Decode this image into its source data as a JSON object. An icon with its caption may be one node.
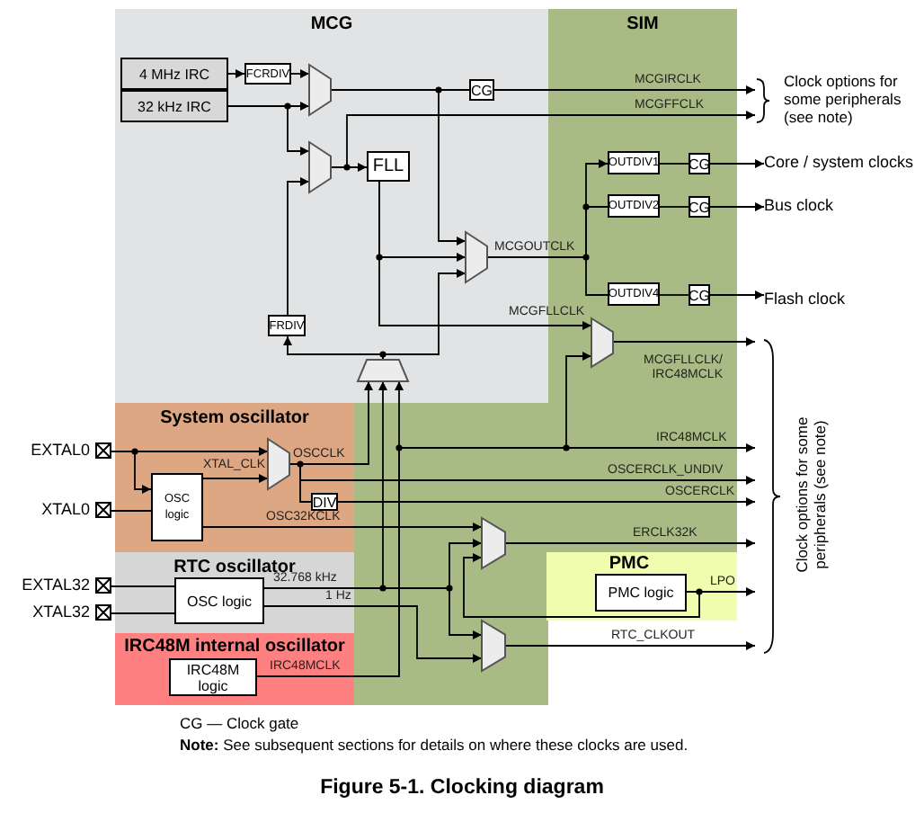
{
  "diagram": {
    "caption": "Figure 5-1. Clocking diagram",
    "nodes": [
      {
        "text": [
          "MCG"
        ]
      },
      {
        "text": [
          "SIM"
        ]
      },
      {
        "text": [
          "System oscillator"
        ]
      },
      {
        "text": [
          "RTC oscillator"
        ]
      },
      {
        "text": [
          "IRC48M internal oscillator"
        ]
      },
      {
        "text": [
          "PMC"
        ],
        "in": 1
      },
      {
        "text": [
          "4 MHz IRC"
        ],
        "in": 0
      },
      {
        "text": [
          "32 kHz IRC"
        ],
        "in": 0
      },
      {
        "text": [
          "FCRDIV"
        ],
        "in": 0
      },
      {
        "text": [],
        "shape": "trapezoid",
        "in": 0
      },
      {
        "text": [],
        "shape": "trapezoid",
        "in": 0
      },
      {
        "text": [
          "FLL"
        ],
        "in": 0
      },
      {
        "text": [
          "CG"
        ],
        "in": 0
      },
      {
        "text": [],
        "shape": "trapezoid",
        "in": 0
      },
      {
        "text": [
          "FRDIV"
        ],
        "in": 0
      },
      {
        "text": [],
        "shape": "trapezoid",
        "in": 0
      },
      {
        "text": [
          "OUTDIV1"
        ],
        "in": 1
      },
      {
        "text": [
          "OUTDIV2"
        ],
        "in": 1
      },
      {
        "text": [
          "OUTDIV4"
        ],
        "in": 1
      },
      {
        "text": [
          "CG"
        ],
        "in": 1
      },
      {
        "text": [
          "CG"
        ],
        "in": 1
      },
      {
        "text": [
          "CG"
        ],
        "in": 1
      },
      {
        "text": [],
        "shape": "trapezoid",
        "in": 1
      },
      {
        "text": [],
        "shape": "trapezoid",
        "in": 1
      },
      {
        "text": [],
        "shape": "trapezoid",
        "in": 1
      },
      {
        "text": [
          "OSC logic"
        ],
        "in": 2
      },
      {
        "text": [],
        "shape": "trapezoid",
        "in": 2
      },
      {
        "text": [
          "DIV"
        ],
        "in": 2
      },
      {
        "text": [
          "OSC logic"
        ],
        "in": 3
      },
      {
        "text": [
          "IRC48M logic"
        ],
        "in": 4
      },
      {
        "text": [
          "PMC logic"
        ],
        "in": 5
      },
      {
        "text": [
          "EXTAL0"
        ]
      },
      {
        "text": [
          "XTAL0"
        ]
      },
      {
        "text": [
          "EXTAL32"
        ]
      },
      {
        "text": [
          "XTAL32"
        ]
      },
      {
        "text": [
          "Core / system clocks"
        ]
      },
      {
        "text": [
          "Bus clock"
        ]
      },
      {
        "text": [
          "Flash clock"
        ]
      },
      {
        "text": [
          "Clock options for some peripherals (see note)"
        ]
      },
      {
        "text": [
          "Clock options for some peripherals (see note)"
        ]
      }
    ],
    "edges": [
      {
        "from": 6,
        "to": 8,
        "arrow": "to"
      },
      {
        "from": 8,
        "to": 9,
        "arrow": "to"
      },
      {
        "from": 7,
        "to": 9,
        "arrow": "to"
      },
      {
        "from": 7,
        "to": 10,
        "arrow": "to"
      },
      {
        "from": 14,
        "to": 10,
        "arrow": "to"
      },
      {
        "from": 10,
        "to": 11,
        "arrow": "to"
      },
      {
        "from": 9,
        "to": 12,
        "arrow": "none"
      },
      {
        "from": 12,
        "to": 38,
        "arrow": "to",
        "label": "MCGIRCLK"
      },
      {
        "from": 10,
        "to": 38,
        "arrow": "to",
        "label": "MCGFFCLK"
      },
      {
        "from": 9,
        "to": 13,
        "arrow": "to"
      },
      {
        "from": 11,
        "to": 13,
        "arrow": "to"
      },
      {
        "from": 15,
        "to": 13,
        "arrow": "to"
      },
      {
        "from": 15,
        "to": 14,
        "arrow": "to"
      },
      {
        "from": 11,
        "to": 22,
        "arrow": "to",
        "label": "MCGFLLCLK"
      },
      {
        "from": 13,
        "to": 16,
        "arrow": "to",
        "label": "MCGOUTCLK"
      },
      {
        "from": 13,
        "to": 17,
        "arrow": "none"
      },
      {
        "from": 13,
        "to": 18,
        "arrow": "none"
      },
      {
        "from": 16,
        "to": 19,
        "arrow": "none"
      },
      {
        "from": 17,
        "to": 20,
        "arrow": "none"
      },
      {
        "from": 18,
        "to": 21,
        "arrow": "none"
      },
      {
        "from": 19,
        "to": 35,
        "arrow": "to"
      },
      {
        "from": 20,
        "to": 36,
        "arrow": "to"
      },
      {
        "from": 21,
        "to": 37,
        "arrow": "to"
      },
      {
        "from": 22,
        "to": 39,
        "arrow": "to",
        "label": "MCGFLLCLK/ IRC48MCLK"
      },
      {
        "from": 31,
        "to": 26,
        "arrow": "to"
      },
      {
        "from": 31,
        "to": 25,
        "arrow": "to"
      },
      {
        "from": 32,
        "to": 25,
        "arrow": "none"
      },
      {
        "from": 25,
        "to": 26,
        "arrow": "to",
        "label": "XTAL_CLK"
      },
      {
        "from": 26,
        "to": 15,
        "arrow": "to",
        "label": "OSCCLK"
      },
      {
        "from": 26,
        "to": 39,
        "arrow": "to",
        "label": "OSCERCLK_UNDIV"
      },
      {
        "from": 26,
        "to": 27,
        "arrow": "none"
      },
      {
        "from": 27,
        "to": 39,
        "arrow": "to",
        "label": "OSCERCLK"
      },
      {
        "from": 25,
        "to": 23,
        "arrow": "to",
        "label": "OSC32KCLK"
      },
      {
        "from": 33,
        "to": 28,
        "arrow": "none"
      },
      {
        "from": 34,
        "to": 28,
        "arrow": "none"
      },
      {
        "from": 28,
        "to": 15,
        "arrow": "to",
        "label": "32.768 kHz"
      },
      {
        "from": 28,
        "to": 23,
        "arrow": "to"
      },
      {
        "from": 28,
        "to": 24,
        "arrow": "to"
      },
      {
        "from": 28,
        "to": 24,
        "arrow": "to",
        "label": "1 Hz"
      },
      {
        "from": 29,
        "to": 15,
        "arrow": "to",
        "label": "IRC48MCLK"
      },
      {
        "from": 29,
        "to": 22,
        "arrow": "to"
      },
      {
        "from": 29,
        "to": 39,
        "arrow": "to",
        "label": "IRC48MCLK"
      },
      {
        "from": 30,
        "to": 39,
        "arrow": "to",
        "label": "LPO"
      },
      {
        "from": 30,
        "to": 23,
        "arrow": "to"
      },
      {
        "from": 23,
        "to": 39,
        "arrow": "to",
        "label": "ERCLK32K"
      },
      {
        "from": 24,
        "to": 39,
        "arrow": "to",
        "label": "RTC_CLKOUT"
      }
    ],
    "labels": [
      "CG — Clock gate",
      "**Note:** See subsequent sections for details on where these clocks are used."
    ]
  }
}
